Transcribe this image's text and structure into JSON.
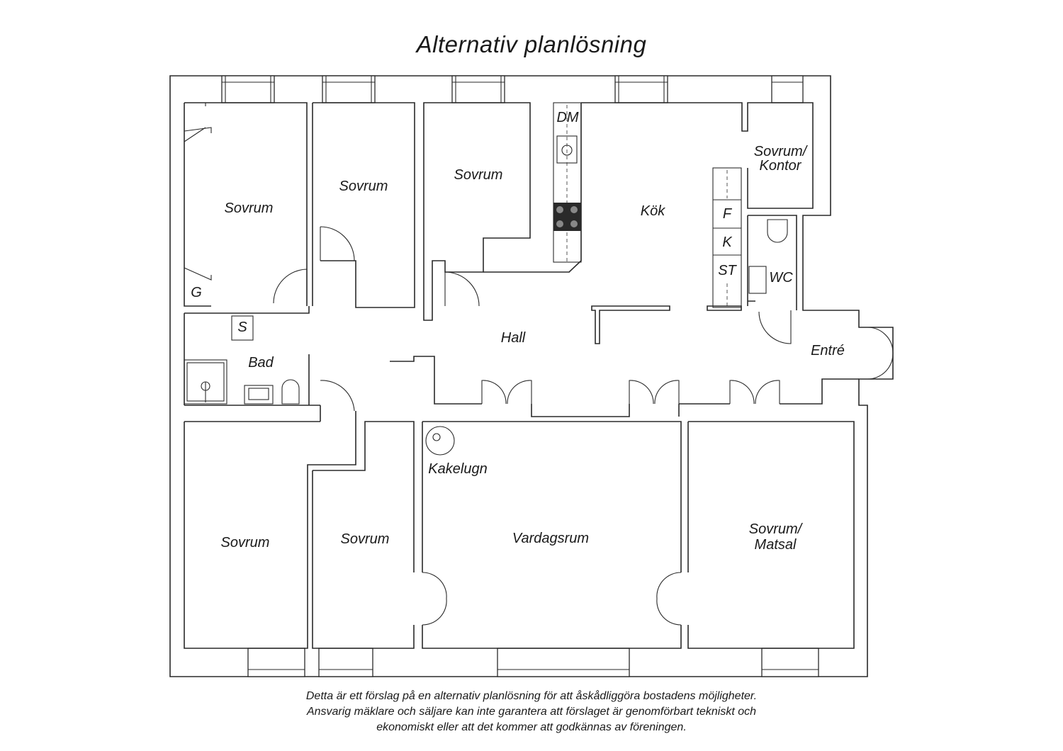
{
  "title": "Alternativ planlösning",
  "rooms": {
    "sovrum_1": "Sovrum",
    "sovrum_2": "Sovrum",
    "sovrum_3": "Sovrum",
    "kok": "Kök",
    "sovrum_kontor_line1": "Sovrum/",
    "sovrum_kontor_line2": "Kontor",
    "hall": "Hall",
    "bad": "Bad",
    "wc": "WC",
    "entre": "Entré",
    "sovrum_4": "Sovrum",
    "sovrum_5": "Sovrum",
    "vardagsrum": "Vardagsrum",
    "sovrum_matsal_line1": "Sovrum/",
    "sovrum_matsal_line2": "Matsal",
    "kakelugn": "Kakelugn"
  },
  "fixtures": {
    "dm": "DM",
    "f": "F",
    "k": "K",
    "st": "ST",
    "g": "G",
    "s": "S"
  },
  "disclaimer": {
    "line1": "Detta är ett förslag på en alternativ planlösning för att åskådliggöra bostadens möjligheter.",
    "line2": "Ansvarig mäklare och säljare kan inte garantera att förslaget är genomförbart tekniskt och",
    "line3": "ekonomiskt eller att det kommer att godkännas av föreningen."
  }
}
